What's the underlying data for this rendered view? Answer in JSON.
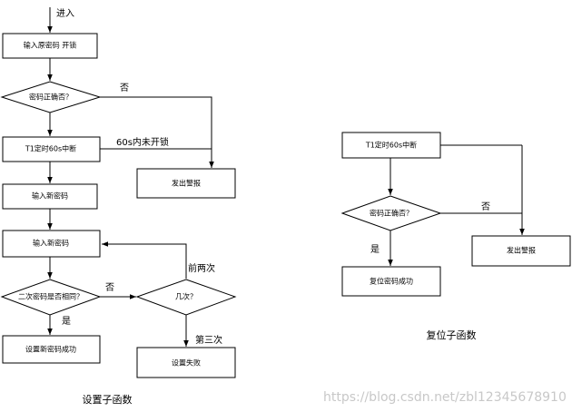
{
  "left_flow": {
    "caption": "设置子函数",
    "entry_label": "进入",
    "nodes": {
      "input_old": "输入原密码 开锁",
      "check_pwd": "密码正确否？",
      "t1_timer": "T1定时60s中断",
      "input_new_1": "输入新密码",
      "input_new_2": "输入新密码",
      "same_twice": "二次密码是否相同？",
      "how_many": "几次？",
      "set_ok": "设置新密码成功",
      "alarm": "发出警报",
      "set_fail": "设置失败"
    },
    "edge_labels": {
      "no": "否",
      "not_opened": "60s内未开锁",
      "no2": "否",
      "yes": "是",
      "first_two": "前两次",
      "third": "第三次"
    }
  },
  "right_flow": {
    "caption": "复位子函数",
    "nodes": {
      "t1_timer": "T1定时60s中断",
      "check_pwd": "密码正确否？",
      "reset_ok": "复位密码成功",
      "alarm": "发出警报"
    },
    "edge_labels": {
      "no": "否",
      "yes": "是"
    }
  },
  "watermark": "https://blog.csdn.net/zbl12345678910"
}
